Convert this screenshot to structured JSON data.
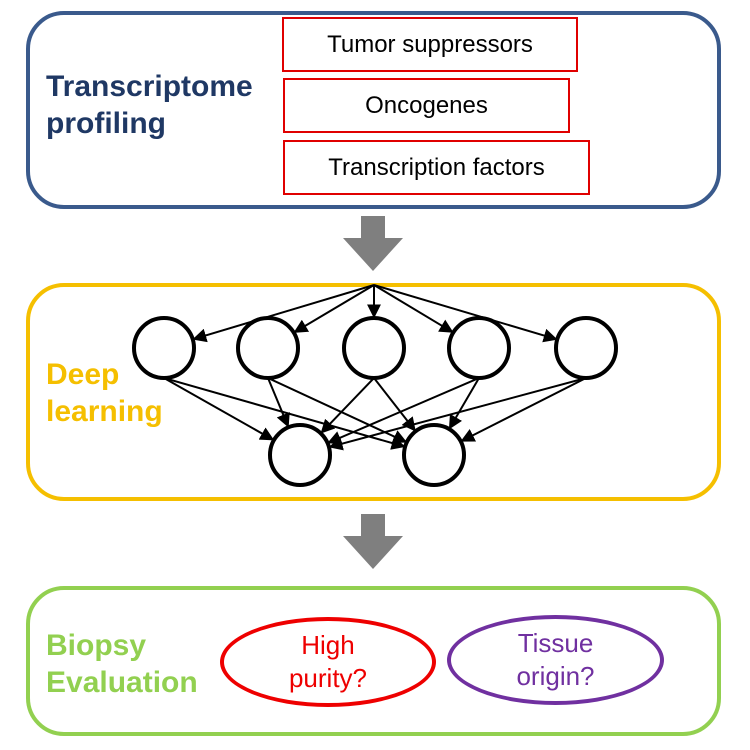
{
  "panels": {
    "transcriptome": {
      "title_line1": "Transcriptome",
      "title_line2": "profiling",
      "color": "#1f3864",
      "border_color": "#3a5a8c",
      "gene_boxes": [
        "Tumor suppressors",
        "Oncogenes",
        "Transcription factors"
      ],
      "gene_box_border_color": "#e00000"
    },
    "deep_learning": {
      "title_line1": "Deep",
      "title_line2": "learning",
      "color": "#f5bf00",
      "network": {
        "input_nodes": 5,
        "output_nodes": 2
      }
    },
    "biopsy": {
      "title_line1": "Biopsy",
      "title_line2": "Evaluation",
      "color": "#92d050",
      "questions": [
        {
          "line1": "High",
          "line2": "purity?",
          "color": "#ee0000"
        },
        {
          "line1": "Tissue",
          "line2": "origin?",
          "color": "#7030a0"
        }
      ]
    }
  },
  "arrow_color": "#7f7f7f"
}
